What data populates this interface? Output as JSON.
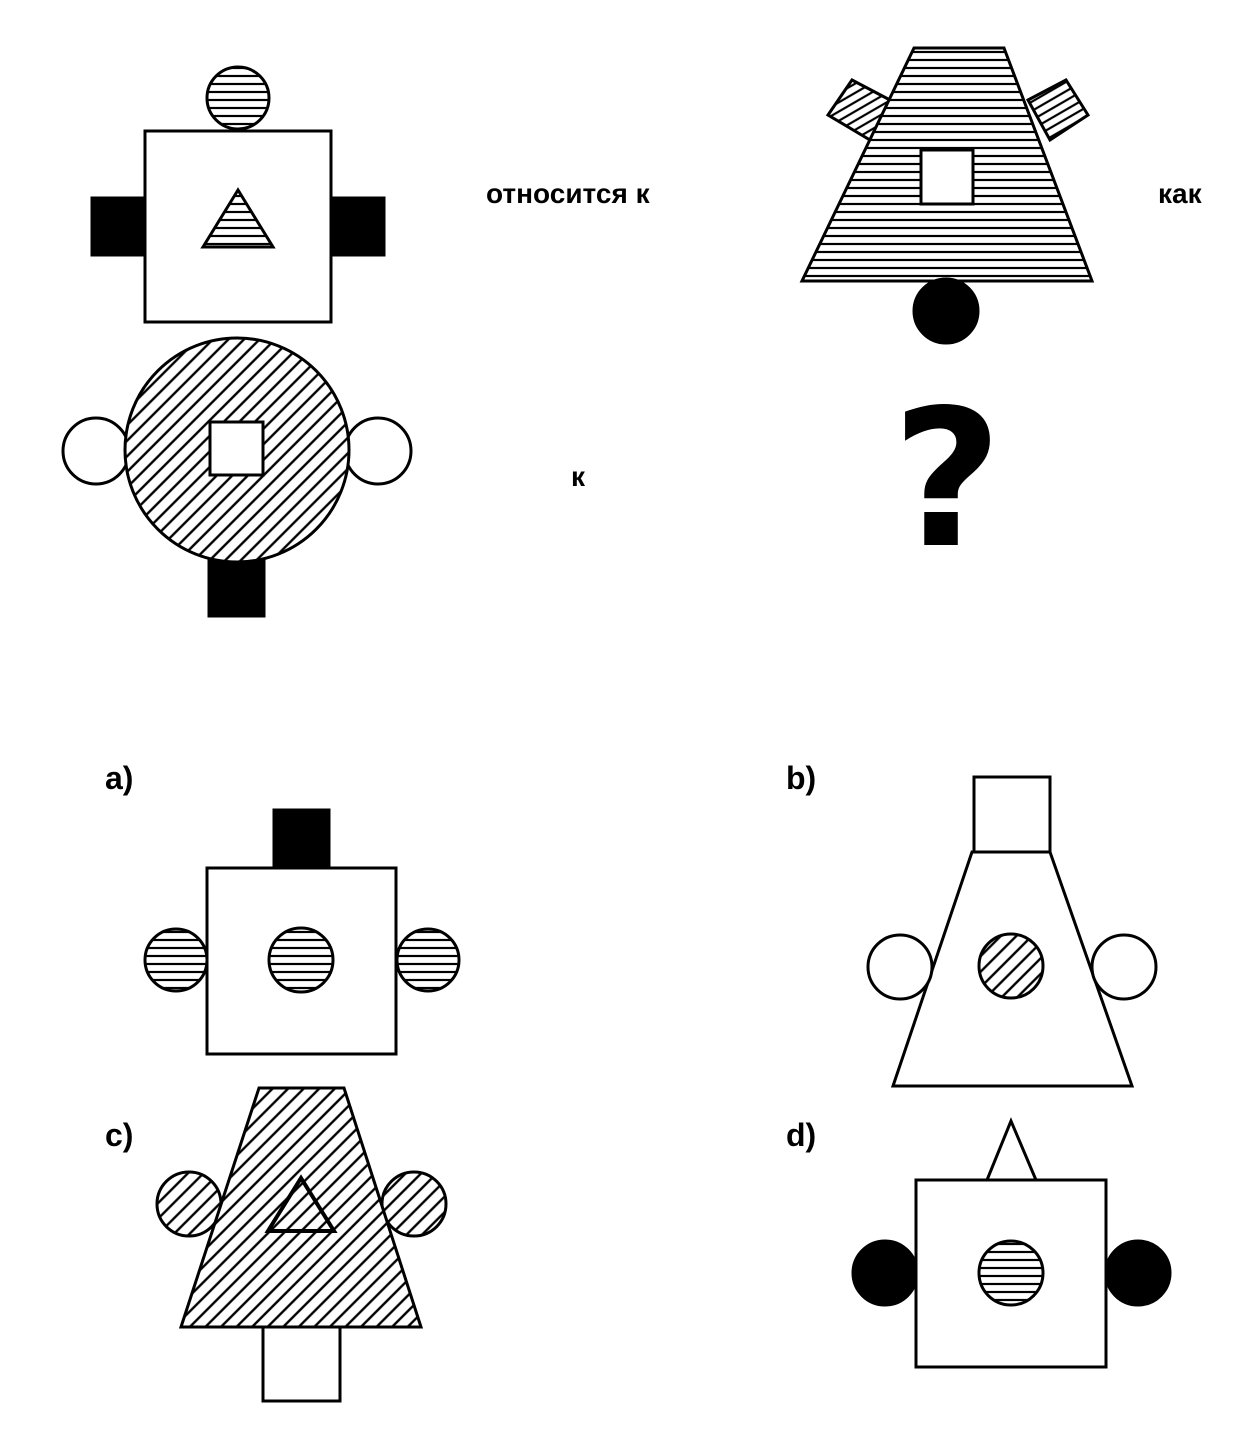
{
  "text": {
    "relates_to": "относится к",
    "as": "как",
    "to": "к",
    "question": "?"
  },
  "options": [
    {
      "label": "a)"
    },
    {
      "label": "b)"
    },
    {
      "label": "c)"
    },
    {
      "label": "d)"
    }
  ]
}
